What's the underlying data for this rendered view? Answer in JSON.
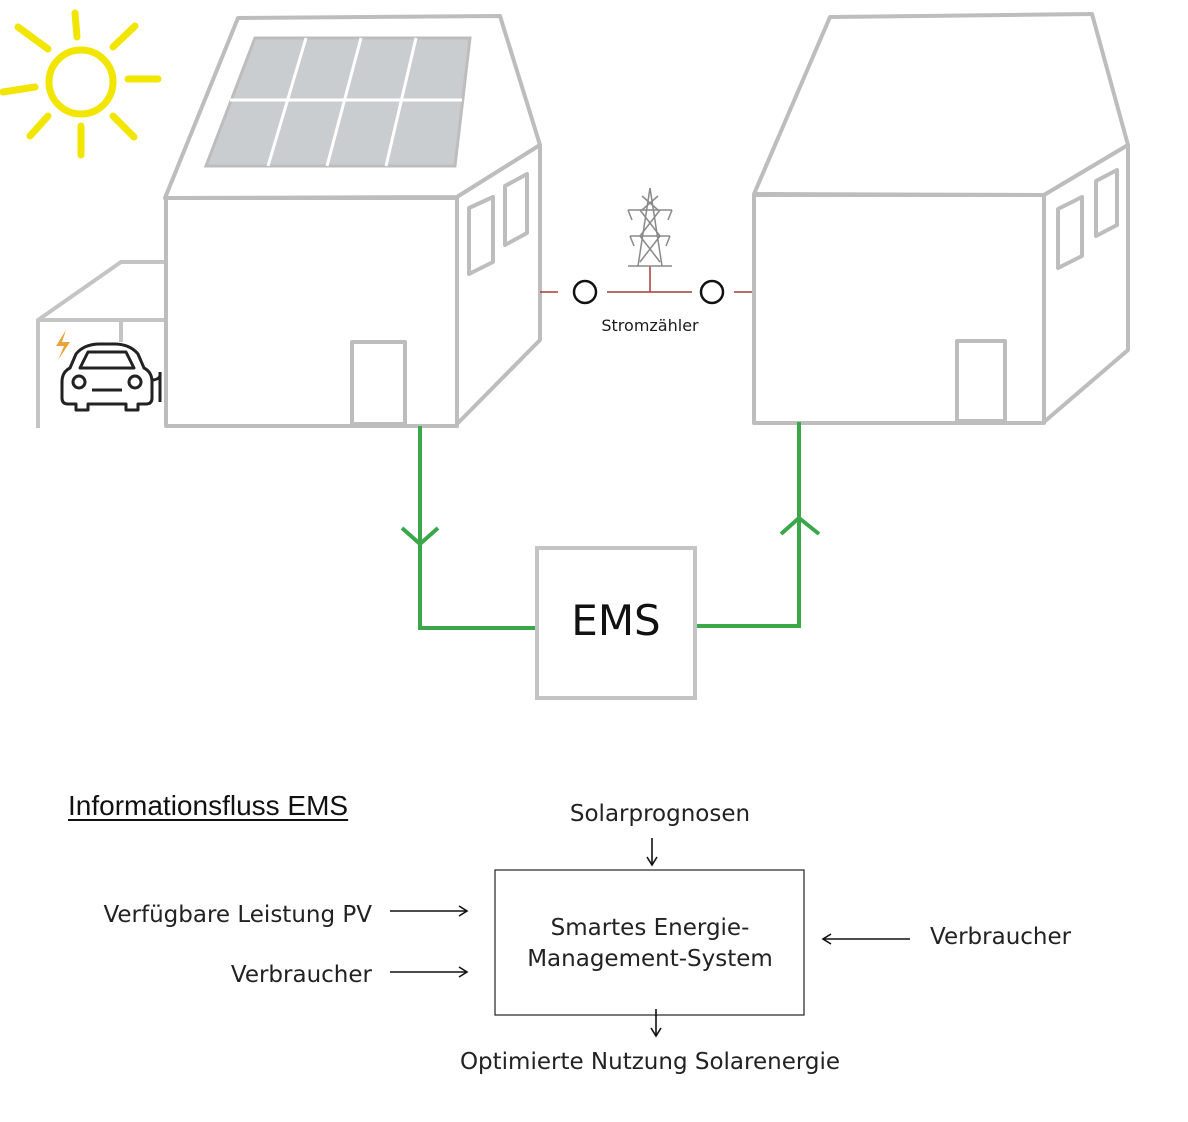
{
  "diagram": {
    "meter_label": "Stromzähler",
    "ems_label": "EMS",
    "info_flow": {
      "title": "Informationsfluss EMS",
      "system_line1": "Smartes Energie-",
      "system_line2": "Management-System",
      "input_top": "Solarprognosen",
      "input_left_1": "Verfügbare Leistung PV",
      "input_left_2": "Verbraucher",
      "input_right": "Verbraucher",
      "output_bottom": "Optimierte Nutzung Solarenergie"
    }
  },
  "colors": {
    "house_outline": "#bdbdbd",
    "solar_panel": "#c9cdd0",
    "sun": "#f2e600",
    "flow_line": "#3aa84a",
    "grid_line": "#a83a3a",
    "lightning": "#e8a33a"
  }
}
